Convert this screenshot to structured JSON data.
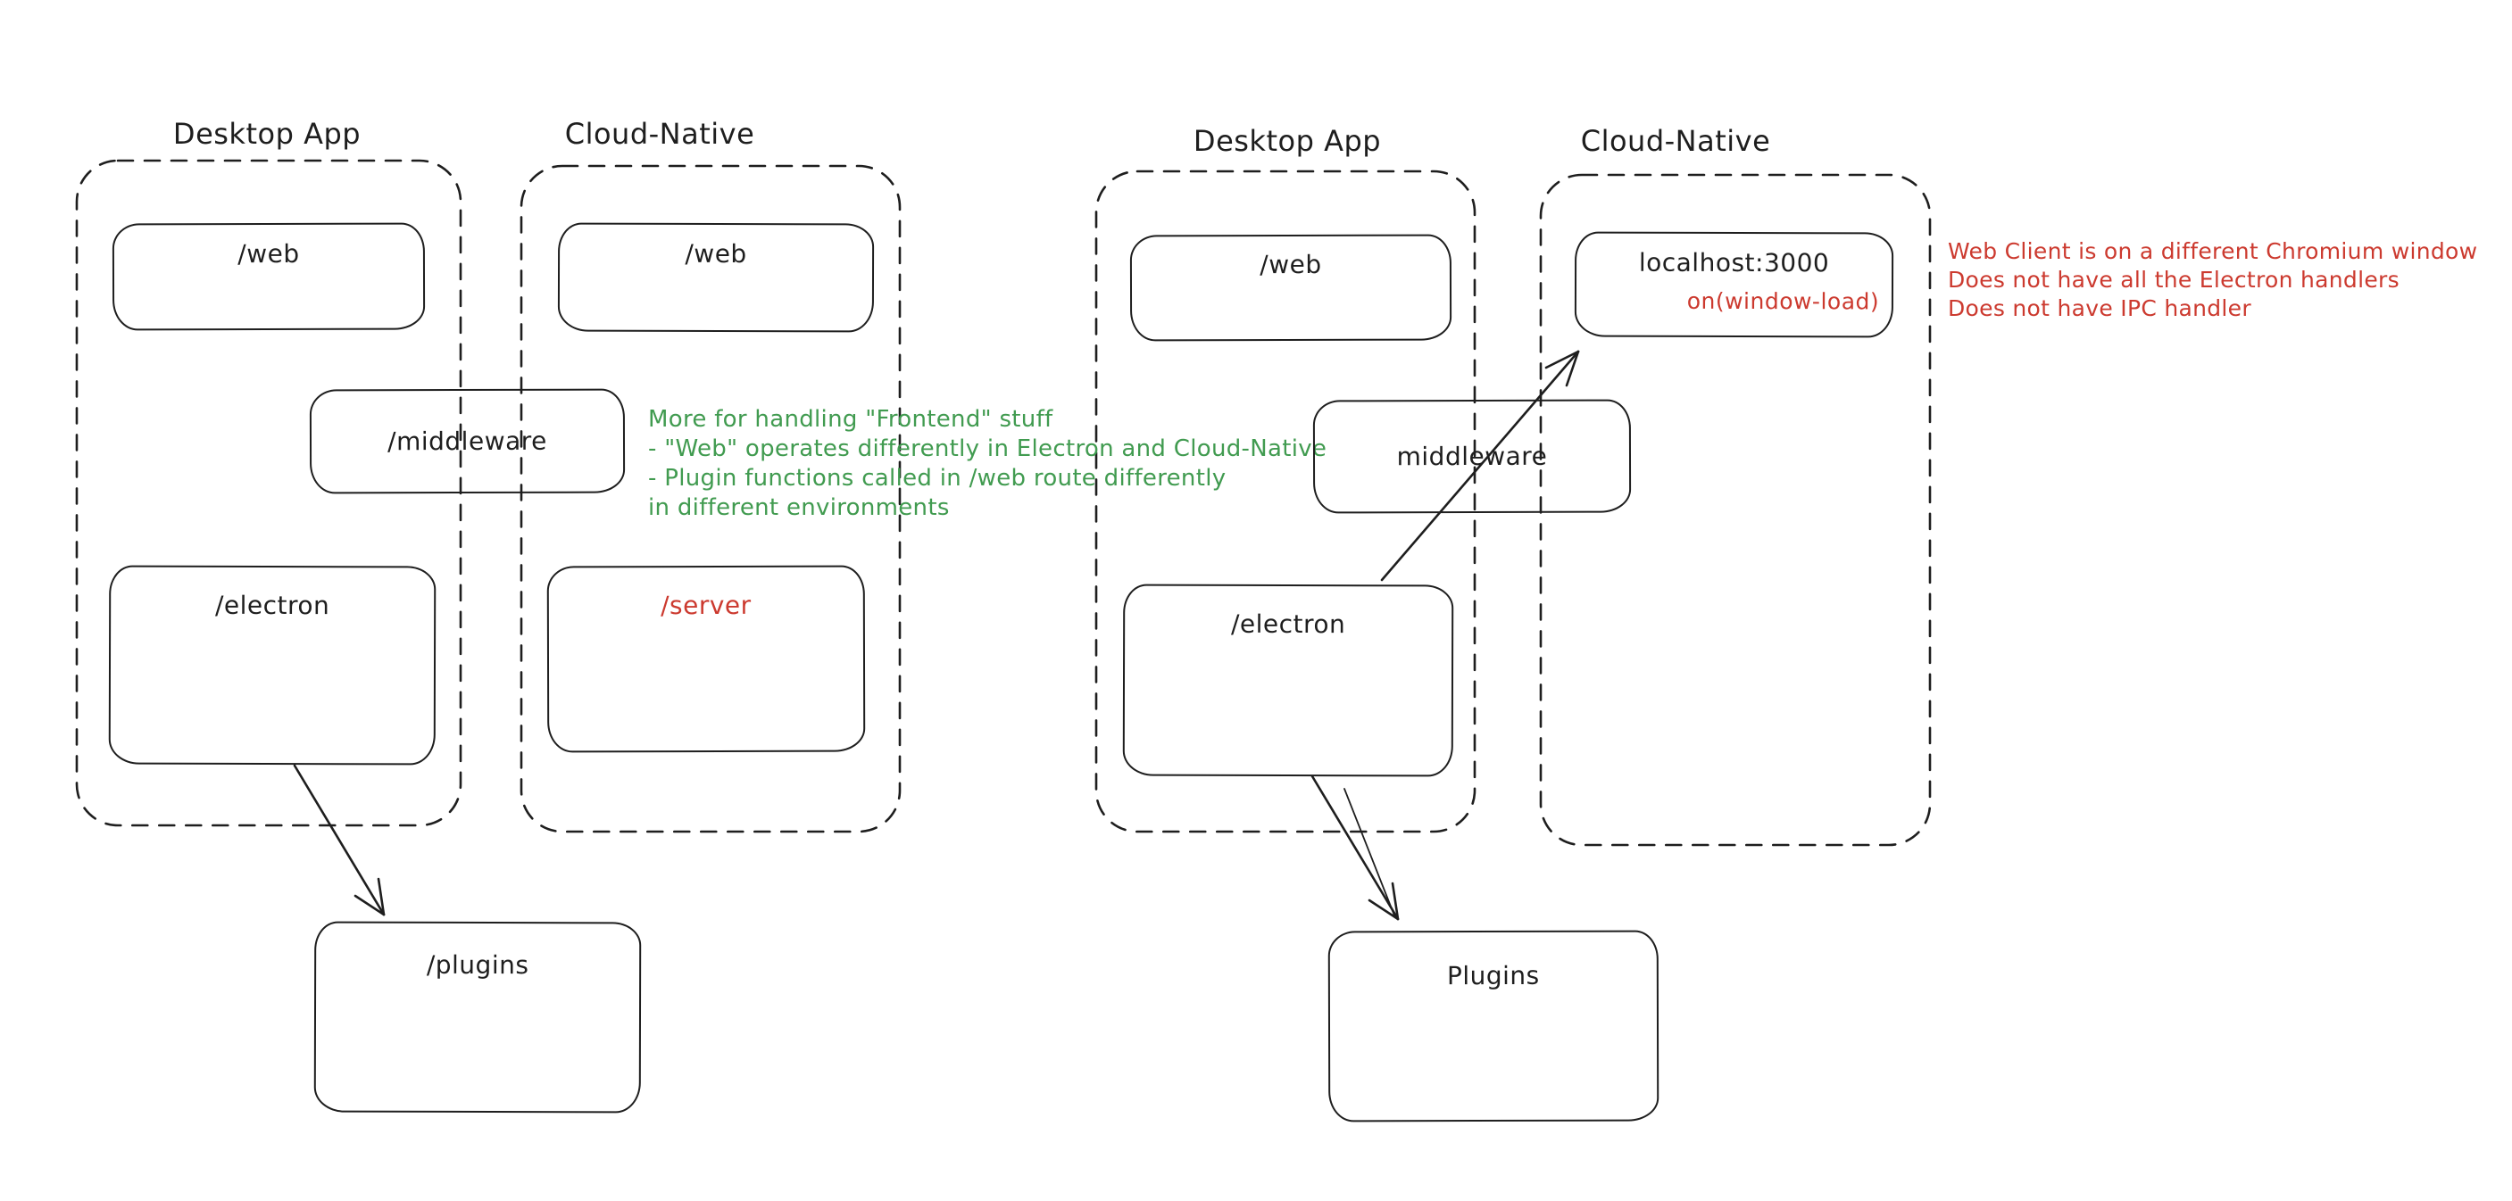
{
  "colors": {
    "ink": "#1e1e1e",
    "green": "#419b50",
    "red": "#cc3a2f"
  },
  "left_diagram": {
    "desktop": {
      "label": "Desktop App",
      "web_box": "/web",
      "electron_box": "/electron"
    },
    "cloud": {
      "label": "Cloud-Native",
      "web_box": "/web",
      "server_box": "/server"
    },
    "middleware_box": "/middleware",
    "plugins_box": "/plugins",
    "note": {
      "line1": "More for handling \"Frontend\" stuff",
      "line2": "- \"Web\" operates differently in Electron and Cloud-Native",
      "line3": "- Plugin functions called in /web route differently",
      "line4": "in different environments"
    }
  },
  "right_diagram": {
    "desktop": {
      "label": "Desktop App",
      "web_box": "/web",
      "electron_box": "/electron"
    },
    "cloud": {
      "label": "Cloud-Native",
      "localhost_box": {
        "title": "localhost:3000",
        "event": "on(window-load)"
      }
    },
    "middleware_box": "middleware",
    "plugins_box": "Plugins",
    "note": {
      "line1": "Web Client is on a different Chromium window",
      "line2": "Does not have all the Electron handlers",
      "line3": "Does not have IPC handler"
    }
  }
}
